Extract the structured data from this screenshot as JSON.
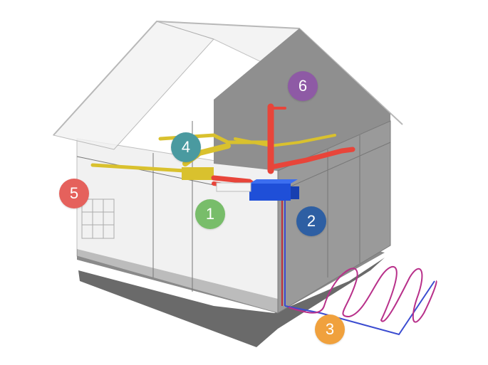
{
  "badges": [
    {
      "id": "1",
      "label": "1",
      "color": "#78bd6a"
    },
    {
      "id": "2",
      "label": "2",
      "color": "#2e5fa3"
    },
    {
      "id": "3",
      "label": "3",
      "color": "#f0a13d"
    },
    {
      "id": "4",
      "label": "4",
      "color": "#4a9aa0"
    },
    {
      "id": "5",
      "label": "5",
      "color": "#e5615c"
    },
    {
      "id": "6",
      "label": "6",
      "color": "#8e5aa5"
    }
  ],
  "colors": {
    "supply_duct": "#d9c12e",
    "exhaust_duct": "#e8453a",
    "unit": "#1f4fd8",
    "ground_loop": "#b8308a",
    "ground_loop_blue": "#3a4bd0",
    "walls": "#9d9d9d"
  },
  "icons": [
    "house-icon",
    "ventilation-unit-icon",
    "ground-loop-icon"
  ]
}
